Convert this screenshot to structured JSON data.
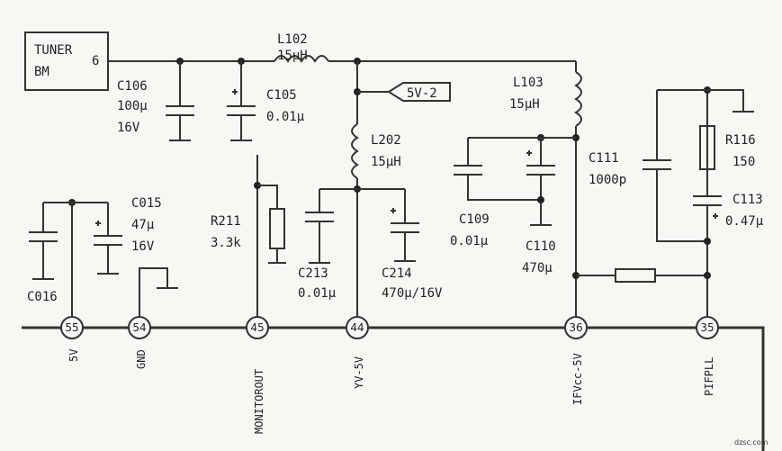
{
  "tuner": {
    "line1": "TUNER",
    "line2": "BM",
    "pin": "6"
  },
  "components": {
    "L102": {
      "name": "L102",
      "value": "15μH"
    },
    "C106": {
      "name": "C106",
      "value1": "100μ",
      "value2": "16V"
    },
    "C105": {
      "name": "C105",
      "value": "0.01μ"
    },
    "net_5v2": "5V-2",
    "L202": {
      "name": "L202",
      "value": "15μH"
    },
    "L103": {
      "name": "L103",
      "value": "15μH"
    },
    "C111": {
      "name": "C111",
      "value": "1000p"
    },
    "R116": {
      "name": "R116",
      "value": "150"
    },
    "C113": {
      "name": "C113",
      "value": "0.47μ"
    },
    "C015": {
      "name": "C015",
      "value1": "47μ",
      "value2": "16V"
    },
    "C016": {
      "name": "C016"
    },
    "R211": {
      "name": "R211",
      "value": "3.3k"
    },
    "C213": {
      "name": "C213",
      "value": "0.01μ"
    },
    "C214": {
      "name": "C214",
      "value": "470μ/16V"
    },
    "C109": {
      "name": "C109",
      "value": "0.01μ"
    },
    "C110": {
      "name": "C110",
      "value": "470μ"
    }
  },
  "pins": [
    {
      "num": "55",
      "label": "5V"
    },
    {
      "num": "54",
      "label": "GND"
    },
    {
      "num": "45",
      "label": "MONITOROUT"
    },
    {
      "num": "44",
      "label": "YV-5V"
    },
    {
      "num": "36",
      "label": "IFVcc-5V"
    },
    {
      "num": "35",
      "label": "PIFPLL"
    }
  ],
  "watermark": "dzsc.com"
}
